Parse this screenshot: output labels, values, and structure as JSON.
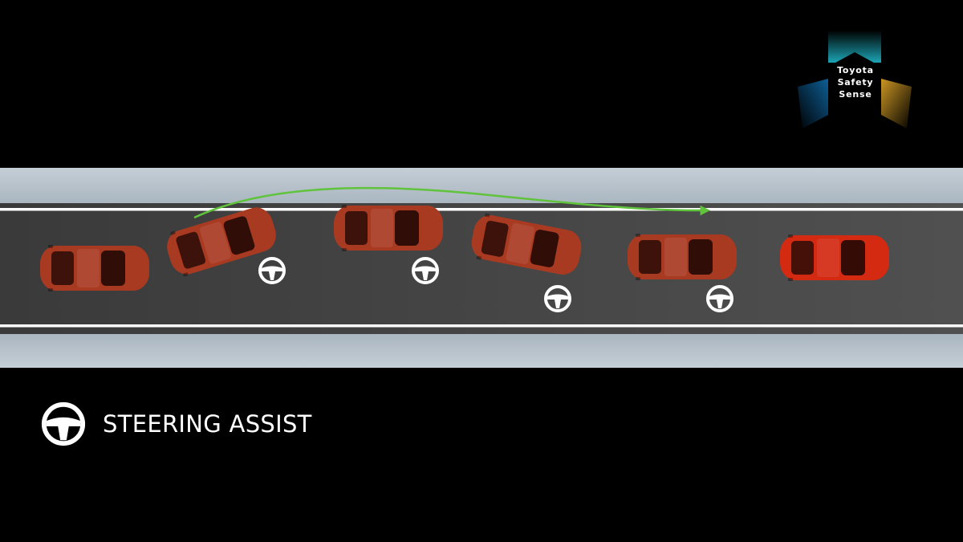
{
  "caption": {
    "label": "STEERING ASSIST",
    "icon": "steering-wheel-icon"
  },
  "logo": {
    "lines": [
      "Toyota",
      "Safety",
      "Sense"
    ]
  },
  "colors": {
    "background": "#000000",
    "road": "#3d3d3d",
    "shoulder": "#bcc7d0",
    "lane_line": "#ffffff",
    "car_faded": "#a93a22",
    "car_active": "#d42a12",
    "path_arrow": "#5fc33c",
    "logo_cyan": "#1fb7c9",
    "logo_blue": "#0f6fb0",
    "logo_gold": "#f0b12a"
  }
}
